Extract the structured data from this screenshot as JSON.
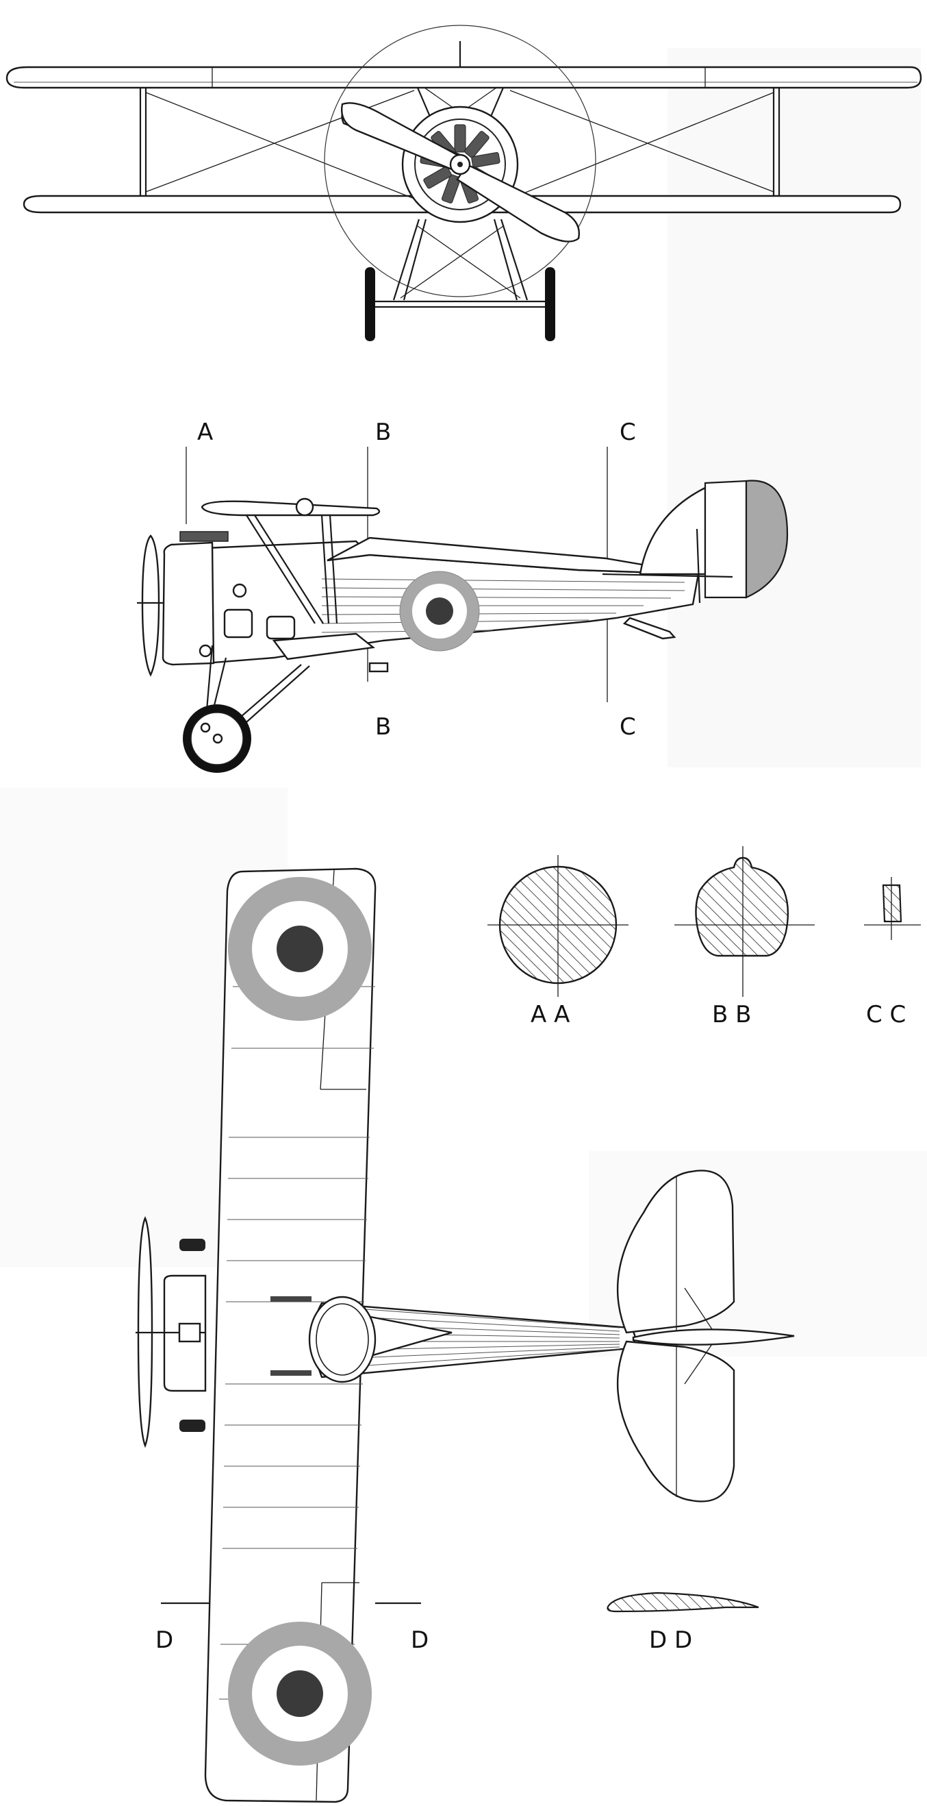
{
  "drawing": {
    "section_labels": {
      "a_top": "A",
      "b_top": "B",
      "c_top": "C",
      "b_bottom": "B",
      "c_bottom": "C",
      "aa": "A A",
      "bb": "B B",
      "cc": "C C",
      "d_left": "D",
      "d_right": "D",
      "dd": "D D"
    },
    "roundel_colors": {
      "outer": "#a8a8a8",
      "middle": "#ffffff",
      "center": "#3a3a3a"
    },
    "rudder_colors": {
      "stripe_1": "#3a3a3a",
      "stripe_2": "#ffffff",
      "stripe_3": "#a8a8a8"
    }
  }
}
